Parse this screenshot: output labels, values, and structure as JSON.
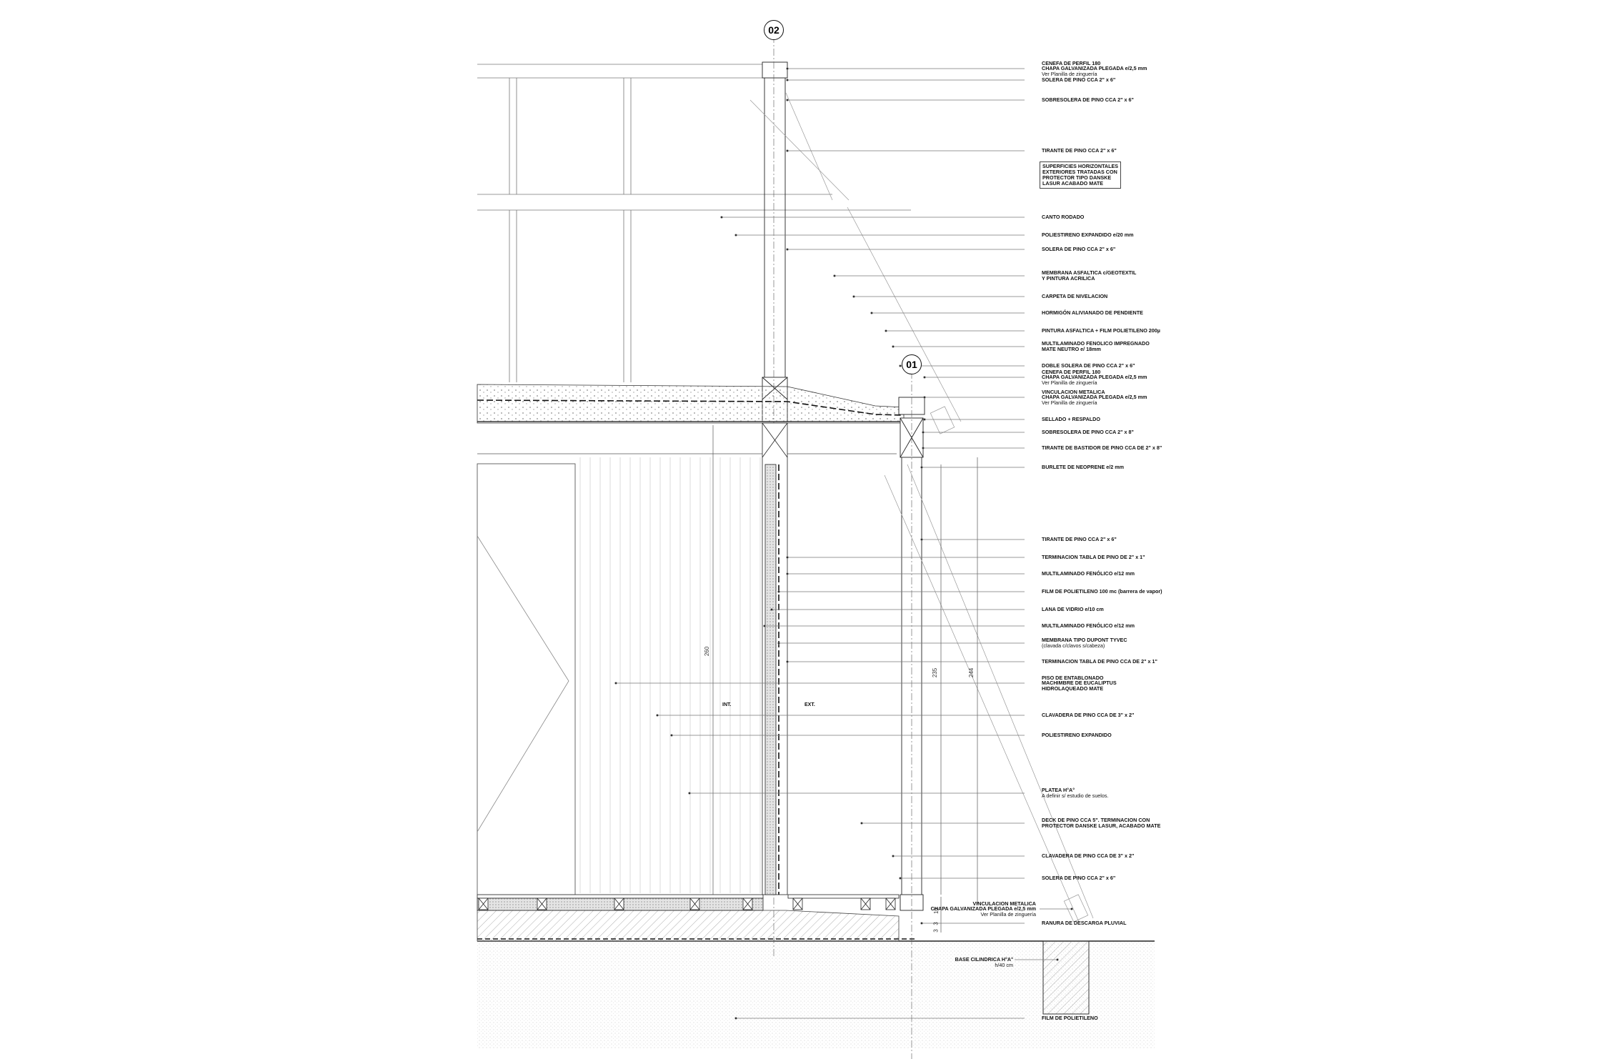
{
  "grid_bubbles": {
    "axis_02": "02",
    "axis_01": "01"
  },
  "zones": {
    "interior": "INT.",
    "exterior": "EXT."
  },
  "dimensions": {
    "wall_height": "260",
    "post_height_a": "235",
    "post_height_b": "244",
    "gap_a": "10",
    "gap_b": "3",
    "gap_c": "3"
  },
  "note_box": {
    "lines": [
      "SUPERFICIES HORIZONTALES",
      "EXTERIORES TRATADAS CON",
      "PROTECTOR TIPO DANSKE",
      "LASUR ACABADO MATE"
    ]
  },
  "labels": [
    {
      "lines": [
        "CENEFA DE PERFIL 180",
        "CHAPA GALVANIZADA PLEGADA e/2,5 mm",
        "Ver Planilla de zinguería"
      ]
    },
    {
      "lines": [
        "SOLERA  DE PINO CCA 2\" x 6\""
      ]
    },
    {
      "lines": [
        "SOBRESOLERA  DE PINO CCA 2\" x 6\""
      ]
    },
    {
      "lines": [
        "TIRANTE  DE PINO CCA 2\" x 6\""
      ]
    },
    {
      "lines": [
        "CANTO RODADO"
      ]
    },
    {
      "lines": [
        "POLIESTIRENO EXPANDIDO e/20 mm"
      ]
    },
    {
      "lines": [
        "SOLERA  DE PINO CCA 2\" x 6\""
      ]
    },
    {
      "lines": [
        "MEMBRANA ASFALTICA c/GEOTEXTIL",
        "Y PINTURA ACRILICA"
      ]
    },
    {
      "lines": [
        "CARPETA DE NIVELACION"
      ]
    },
    {
      "lines": [
        "HORMIGÓN ALIVIANADO DE PENDIENTE"
      ]
    },
    {
      "lines": [
        "PINTURA ASFALTICA + FILM POLIETILENO 200µ"
      ]
    },
    {
      "lines": [
        "MULTILAMINADO FENOLICO IMPREGNADO",
        "MATE NEUTRO e/ 18mm"
      ]
    },
    {
      "lines": [
        "DOBLE SOLERA  DE PINO CCA 2\" x 6\""
      ]
    },
    {
      "lines": [
        "CENEFA DE PERFIL 180",
        "CHAPA GALVANIZADA PLEGADA e/2,5 mm",
        "Ver Planilla de zinguería"
      ]
    },
    {
      "lines": [
        "VINCULACION METALICA",
        "CHAPA GALVANIZADA PLEGADA e/2,5 mm",
        "Ver Planilla de zinguería"
      ]
    },
    {
      "lines": [
        "SELLADO + RESPALDO"
      ]
    },
    {
      "lines": [
        "SOBRESOLERA  DE PINO CCA 2\" x 8\""
      ]
    },
    {
      "lines": [
        "TIRANTE DE BASTIDOR DE PINO CCA DE 2\" x 8\""
      ]
    },
    {
      "lines": [
        "BURLETE DE NEOPRENE e/2 mm"
      ]
    },
    {
      "lines": [
        "TIRANTE  DE PINO CCA 2\" x 6\""
      ]
    },
    {
      "lines": [
        "TERMINACION TABLA DE PINO DE 2\" x 1\""
      ]
    },
    {
      "lines": [
        "MULTILAMINADO FENÓLICO e/12 mm"
      ]
    },
    {
      "lines": [
        "FILM DE POLIETILENO 100 mc (barrera de vapor)"
      ]
    },
    {
      "lines": [
        "LANA DE VIDRIO e/10 cm"
      ]
    },
    {
      "lines": [
        "MULTILAMINADO FENÓLICO e/12 mm"
      ]
    },
    {
      "lines": [
        "MEMBRANA TIPO DUPONT TYVEC",
        "(clavada c/clavos s/cabeza)"
      ]
    },
    {
      "lines": [
        "TERMINACION TABLA DE PINO CCA DE 2\" x 1\""
      ]
    },
    {
      "lines": [
        "PISO DE ENTABLONADO",
        "MACHIMBRE DE EUCALIPTUS",
        "HIDROLAQUEADO MATE"
      ]
    },
    {
      "lines": [
        "CLAVADERA DE PINO CCA DE 3\" x 2\""
      ]
    },
    {
      "lines": [
        "POLIESTIRENO EXPANDIDO"
      ]
    },
    {
      "lines": [
        "PLATEA H°A°",
        "A definir s/ estudio de suelos."
      ]
    },
    {
      "lines": [
        "DECK DE PINO CCA 5\". TERMINACION CON",
        "PROTECTOR DANSKE LASUR, ACABADO MATE"
      ]
    },
    {
      "lines": [
        "CLAVADERA DE PINO CCA DE 3\" x 2\""
      ]
    },
    {
      "lines": [
        "SOLERA  DE PINO CCA 2\" x 6\""
      ]
    },
    {
      "lines": [
        "VINCULACION METALICA",
        "CHAPA GALVANIZADA PLEGADA e/2,5 mm",
        "Ver Planilla de zinguería"
      ]
    },
    {
      "lines": [
        "RANURA DE DESCARGA PLUVIAL"
      ]
    },
    {
      "lines": [
        "BASE CILINDRICA H°A°",
        "h/40 cm"
      ]
    },
    {
      "lines": [
        "FILM DE POLIETILENO"
      ]
    }
  ]
}
